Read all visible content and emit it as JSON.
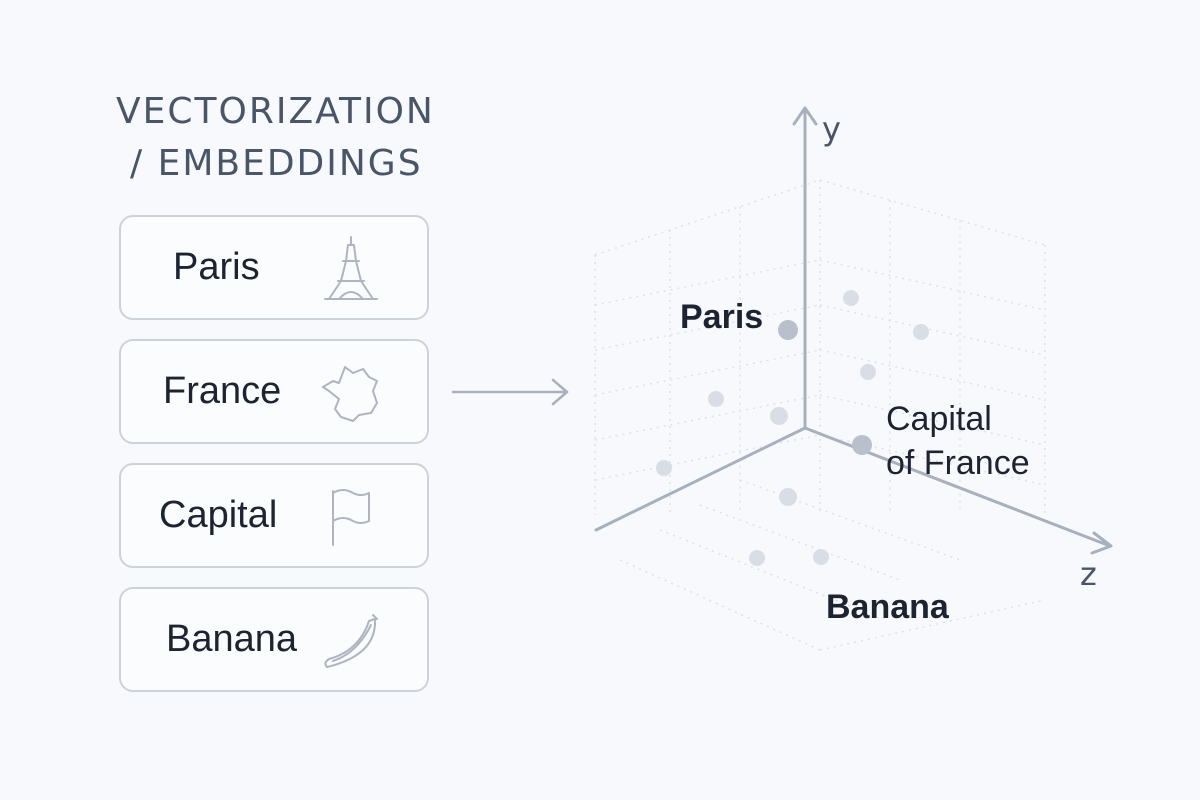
{
  "title": {
    "line1": "VECTORIZATION",
    "line2": "/ EMBEDDINGS"
  },
  "words": [
    {
      "label": "Paris",
      "icon": "eiffel-tower-icon"
    },
    {
      "label": "France",
      "icon": "france-map-icon"
    },
    {
      "label": "Capital",
      "icon": "flag-icon"
    },
    {
      "label": "Banana",
      "icon": "banana-icon"
    }
  ],
  "axes": {
    "y": "y",
    "z": "z"
  },
  "labels": {
    "paris": "Paris",
    "capital_line1": "Capital",
    "capital_line2": "of France",
    "banana": "Banana"
  },
  "colors": {
    "ink": "#1d2330",
    "axis": "#a9b0bd",
    "dot": "#d9dde6",
    "dot_highlight": "#b9bfcb"
  }
}
